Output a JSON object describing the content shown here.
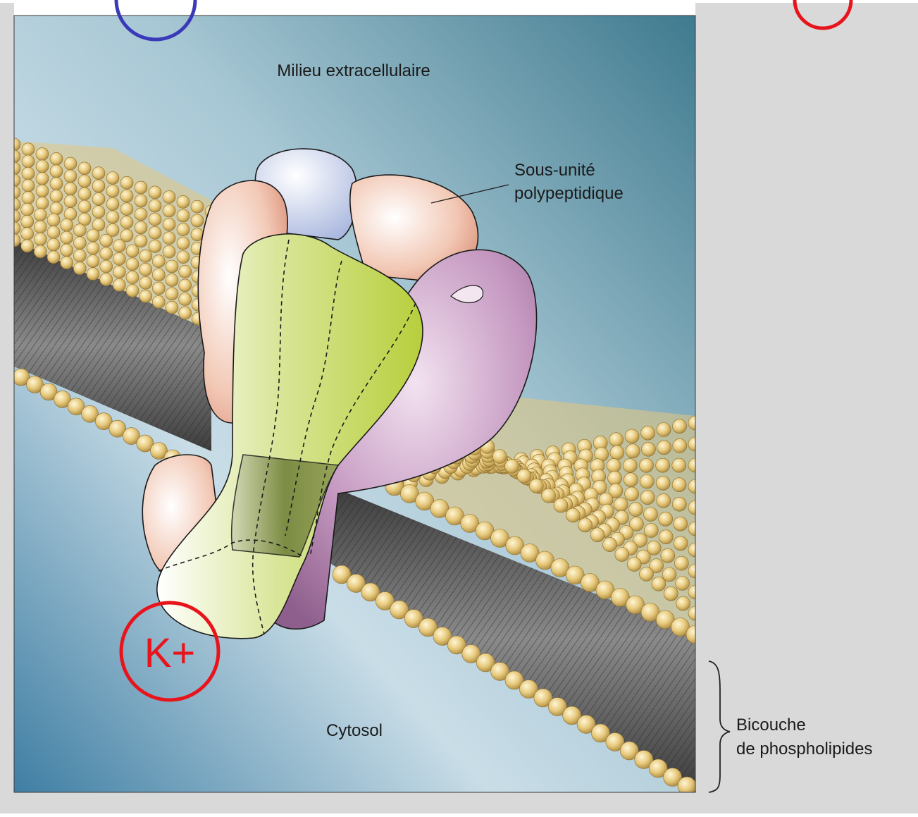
{
  "labels": {
    "extracellular": "Milieu extracellulaire",
    "subunit_line1": "Sous-unité",
    "subunit_line2": "polypeptidique",
    "cytosol": "Cytosol",
    "bilayer_line1": "Bicouche",
    "bilayer_line2": "de phospholipides",
    "ion": "K+"
  },
  "colors": {
    "ion_marker": "#e8141b",
    "top_left_marker": "#3a3ab8",
    "lipid_head": "#e6c87a",
    "background_panel": "#d9d9d9"
  }
}
